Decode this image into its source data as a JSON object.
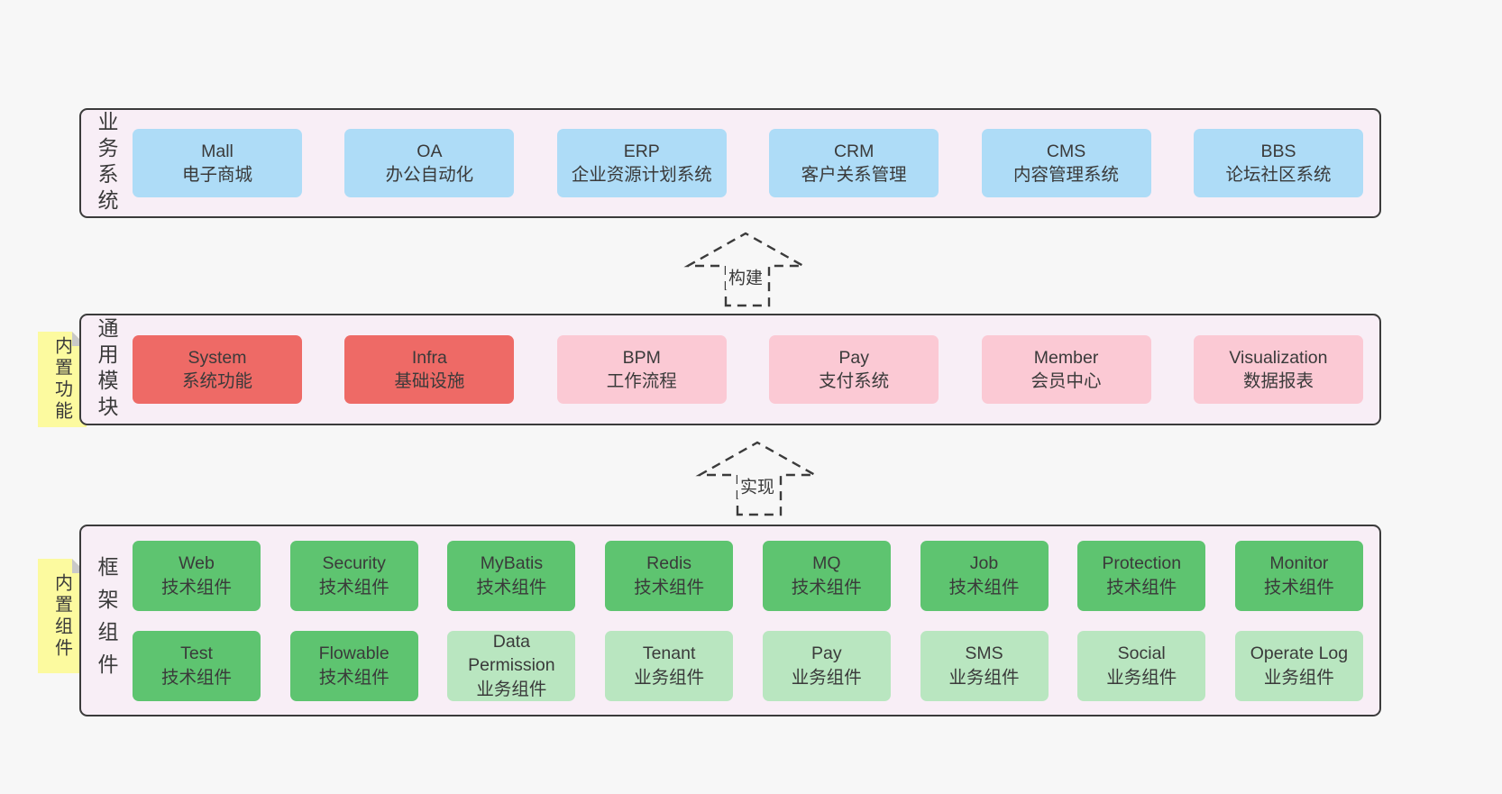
{
  "colors": {
    "page_bg": "#f7f7f7",
    "panel_bg": "#f8eef6",
    "panel_border": "#3b3b3b",
    "text": "#3a3a3a",
    "blue": "#aedcf7",
    "red": "#ee6a66",
    "pink": "#fbc9d4",
    "green_dark": "#5ec470",
    "green_light": "#b9e6c0",
    "note_bg": "#fcfa9f",
    "note_fold": "#c9c9c9"
  },
  "sections": {
    "business": {
      "label": "业务系统",
      "boxes": [
        {
          "title": "Mall",
          "subtitle": "电子商城",
          "variant": "blue"
        },
        {
          "title": "OA",
          "subtitle": "办公自动化",
          "variant": "blue"
        },
        {
          "title": "ERP",
          "subtitle": "企业资源计划系统",
          "variant": "blue"
        },
        {
          "title": "CRM",
          "subtitle": "客户关系管理",
          "variant": "blue"
        },
        {
          "title": "CMS",
          "subtitle": "内容管理系统",
          "variant": "blue"
        },
        {
          "title": "BBS",
          "subtitle": "论坛社区系统",
          "variant": "blue"
        }
      ]
    },
    "modules": {
      "label": "通用模块",
      "note": "内置功能",
      "boxes": [
        {
          "title": "System",
          "subtitle": "系统功能",
          "variant": "red"
        },
        {
          "title": "Infra",
          "subtitle": "基础设施",
          "variant": "red"
        },
        {
          "title": "BPM",
          "subtitle": "工作流程",
          "variant": "pink"
        },
        {
          "title": "Pay",
          "subtitle": "支付系统",
          "variant": "pink"
        },
        {
          "title": "Member",
          "subtitle": "会员中心",
          "variant": "pink"
        },
        {
          "title": "Visualization",
          "subtitle": "数据报表",
          "variant": "pink"
        }
      ]
    },
    "framework": {
      "label": "框架组件",
      "note": "内置组件",
      "row1": [
        {
          "title": "Web",
          "subtitle": "技术组件",
          "variant": "green"
        },
        {
          "title": "Security",
          "subtitle": "技术组件",
          "variant": "green"
        },
        {
          "title": "MyBatis",
          "subtitle": "技术组件",
          "variant": "green"
        },
        {
          "title": "Redis",
          "subtitle": "技术组件",
          "variant": "green"
        },
        {
          "title": "MQ",
          "subtitle": "技术组件",
          "variant": "green"
        },
        {
          "title": "Job",
          "subtitle": "技术组件",
          "variant": "green"
        },
        {
          "title": "Protection",
          "subtitle": "技术组件",
          "variant": "green"
        },
        {
          "title": "Monitor",
          "subtitle": "技术组件",
          "variant": "green"
        }
      ],
      "row2": [
        {
          "title": "Test",
          "subtitle": "技术组件",
          "variant": "green"
        },
        {
          "title": "Flowable",
          "subtitle": "技术组件",
          "variant": "green"
        },
        {
          "title": "Data Permission",
          "subtitle": "业务组件",
          "variant": "green-light"
        },
        {
          "title": "Tenant",
          "subtitle": "业务组件",
          "variant": "green-light"
        },
        {
          "title": "Pay",
          "subtitle": "业务组件",
          "variant": "green-light"
        },
        {
          "title": "SMS",
          "subtitle": "业务组件",
          "variant": "green-light"
        },
        {
          "title": "Social",
          "subtitle": "业务组件",
          "variant": "green-light"
        },
        {
          "title": "Operate Log",
          "subtitle": "业务组件",
          "variant": "green-light"
        }
      ]
    }
  },
  "arrows": {
    "build": {
      "label": "构建"
    },
    "implement": {
      "label": "实现"
    }
  }
}
